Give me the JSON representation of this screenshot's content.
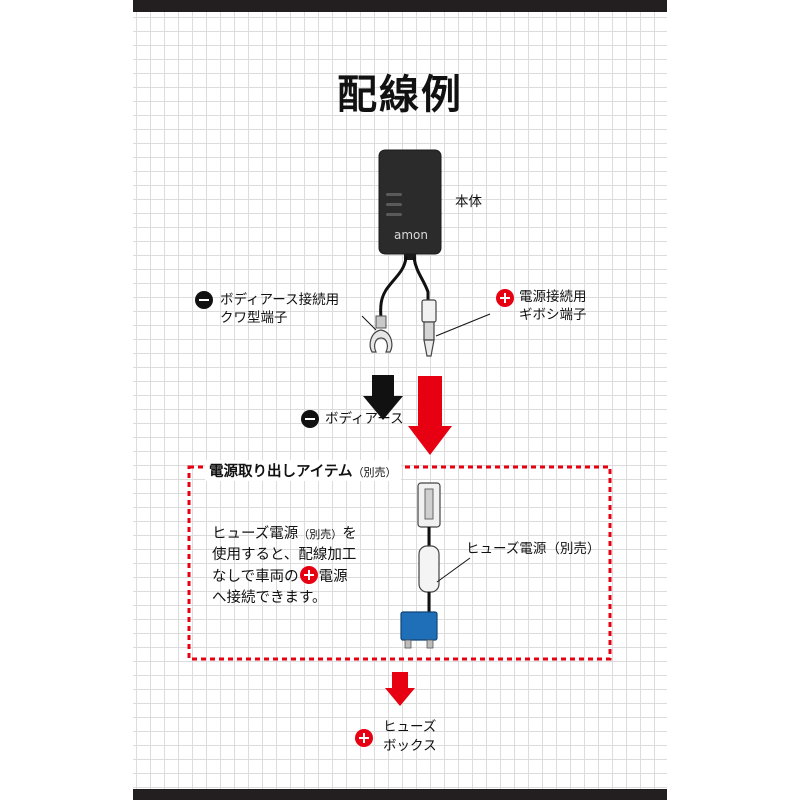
{
  "title": "配線例",
  "device": {
    "brand_logo": "amon",
    "label": "本体"
  },
  "minus_connector": {
    "line1": "ボディアース接続用",
    "line2": "クワ型端子"
  },
  "plus_connector": {
    "line1": "電源接続用",
    "line2": "ギボシ端子"
  },
  "ground": {
    "label": "ボディアース"
  },
  "section": {
    "title": "電源取り出しアイテム",
    "title_note": "（別売）"
  },
  "description": {
    "line1_a": "ヒューズ電源",
    "line1_note": "（別売）",
    "line1_b": "を",
    "line2": "使用すると、配線加工",
    "line3_a": "なしで車両の",
    "line3_b": "電源",
    "line4": "へ接続できます。"
  },
  "fuse_label": "ヒューズ電源（別売）",
  "fuse_box": {
    "line1": "ヒューズ",
    "line2": "ボックス"
  },
  "colors": {
    "accent_red": "#e60012",
    "bar": "#231f20",
    "fuse_blue": "#1f6fb8",
    "device_body": "#2b2b2b"
  }
}
